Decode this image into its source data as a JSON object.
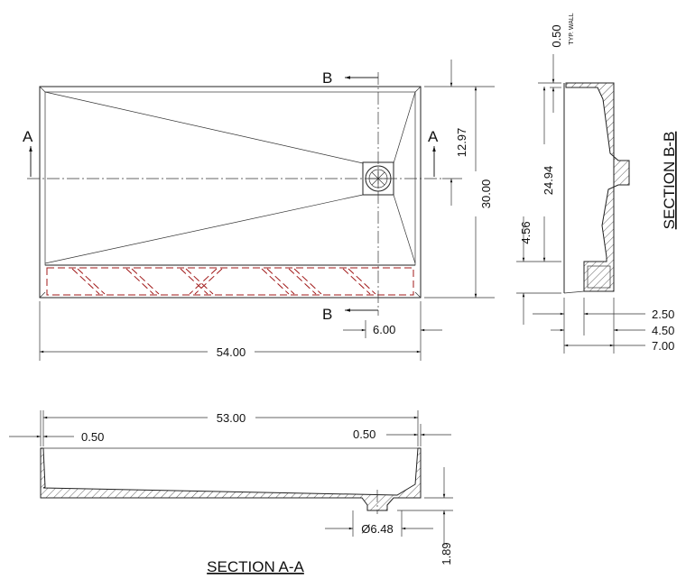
{
  "plan_view": {
    "section_a_left": "A",
    "section_a_right": "A",
    "section_b_top": "B",
    "section_b_bottom": "B",
    "dim_drain_offset": "12.97",
    "dim_width": "30.00",
    "dim_drain_from_end": "6.00",
    "dim_length": "54.00"
  },
  "section_bb": {
    "title": "SECTION B-B",
    "dim_wall": "0.50",
    "wall_note": "TYP. WALL",
    "dim_depth_main": "24.94",
    "dim_bench": "4.56",
    "dim_2_50": "2.50",
    "dim_4_50": "4.50",
    "dim_7_00": "7.00"
  },
  "section_aa": {
    "title": "SECTION A-A",
    "dim_inner_length": "53.00",
    "dim_wall_left": "0.50",
    "dim_wall_right": "0.50",
    "dim_drain_dia": "Ø6.48",
    "dim_drain_height": "1.89"
  },
  "colors": {
    "line": "#222222",
    "bench_dashed": "#a01818"
  }
}
